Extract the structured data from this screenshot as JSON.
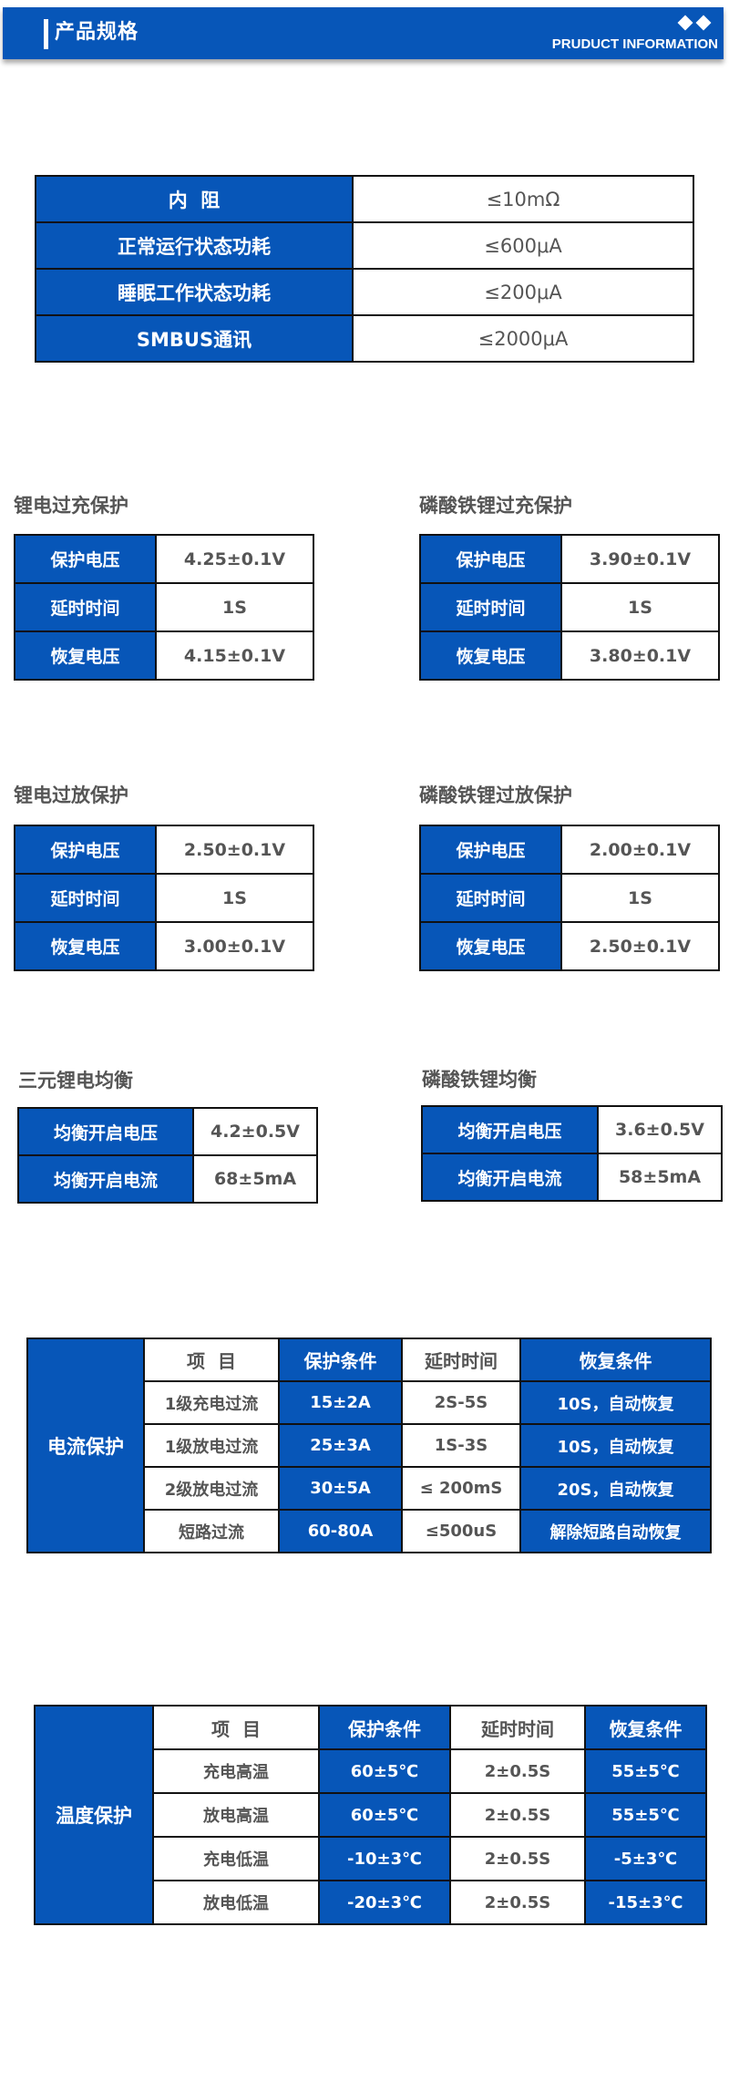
{
  "header": {
    "title": "产品规格",
    "subtitle": "PRUDUCT INFORMATION",
    "decoration_icon": "diamonds-icon",
    "color": "#0756b8"
  },
  "spec": {
    "rows": [
      {
        "label": "内  阻",
        "value": "≤10mΩ"
      },
      {
        "label": "正常运行状态功耗",
        "value": "≤600μA"
      },
      {
        "label": "睡眠工作状态功耗",
        "value": "≤200μA"
      },
      {
        "label": "SMBUS通讯",
        "value": "≤2000μA"
      }
    ]
  },
  "li_overcharge": {
    "title": "锂电过充保护",
    "rows": [
      {
        "label": "保护电压",
        "value": "4.25±0.1V"
      },
      {
        "label": "延时时间",
        "value": "1S"
      },
      {
        "label": "恢复电压",
        "value": "4.15±0.1V"
      }
    ]
  },
  "lfp_overcharge": {
    "title": "磷酸铁锂过充保护",
    "rows": [
      {
        "label": "保护电压",
        "value": "3.90±0.1V"
      },
      {
        "label": "延时时间",
        "value": "1S"
      },
      {
        "label": "恢复电压",
        "value": "3.80±0.1V"
      }
    ]
  },
  "li_overdischarge": {
    "title": "锂电过放保护",
    "rows": [
      {
        "label": "保护电压",
        "value": "2.50±0.1V"
      },
      {
        "label": "延时时间",
        "value": "1S"
      },
      {
        "label": "恢复电压",
        "value": "3.00±0.1V"
      }
    ]
  },
  "lfp_overdischarge": {
    "title": "磷酸铁锂过放保护",
    "rows": [
      {
        "label": "保护电压",
        "value": "2.00±0.1V"
      },
      {
        "label": "延时时间",
        "value": "1S"
      },
      {
        "label": "恢复电压",
        "value": "2.50±0.1V"
      }
    ]
  },
  "ternary_balance": {
    "title": "三元锂电均衡",
    "rows": [
      {
        "label": "均衡开启电压",
        "value": "4.2±0.5V"
      },
      {
        "label": "均衡开启电流",
        "value": "68±5mA"
      }
    ]
  },
  "lfp_balance": {
    "title": "磷酸铁锂均衡",
    "rows": [
      {
        "label": "均衡开启电压",
        "value": "3.6±0.5V"
      },
      {
        "label": "均衡开启电流",
        "value": "58±5mA"
      }
    ]
  },
  "current_protection": {
    "label": "电流保护",
    "headers": [
      "项  目",
      "保护条件",
      "延时时间",
      "恢复条件"
    ],
    "rows": [
      {
        "item": "1级充电过流",
        "protect": "15±2A",
        "delay": "2S-5S",
        "recover": "10S，自动恢复"
      },
      {
        "item": "1级放电过流",
        "protect": "25±3A",
        "delay": "1S-3S",
        "recover": "10S，自动恢复"
      },
      {
        "item": "2级放电过流",
        "protect": "30±5A",
        "delay": "≤ 200mS",
        "recover": "20S，自动恢复"
      },
      {
        "item": "短路过流",
        "protect": "60-80A",
        "delay": "≤500uS",
        "recover": "解除短路自动恢复"
      }
    ]
  },
  "temperature_protection": {
    "label": "温度保护",
    "headers": [
      "项  目",
      "保护条件",
      "延时时间",
      "恢复条件"
    ],
    "rows": [
      {
        "item": "充电高温",
        "protect": "60±5℃",
        "delay": "2±0.5S",
        "recover": "55±5℃"
      },
      {
        "item": "放电高温",
        "protect": "60±5℃",
        "delay": "2±0.5S",
        "recover": "55±5℃"
      },
      {
        "item": "充电低温",
        "protect": "-10±3℃",
        "delay": "2±0.5S",
        "recover": "-5±3℃"
      },
      {
        "item": "放电低温",
        "protect": "-20±3℃",
        "delay": "2±0.5S",
        "recover": "-15±3℃"
      }
    ]
  }
}
